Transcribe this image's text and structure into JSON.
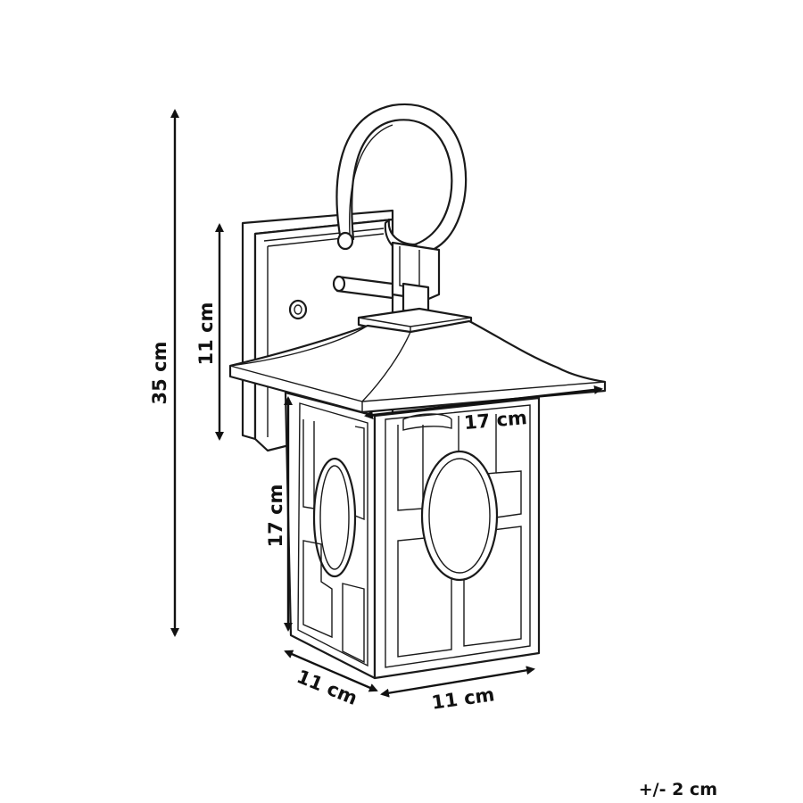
{
  "dimensions": {
    "height_total": "35 cm",
    "wall_plate_height": "11 cm",
    "roof_width": "17 cm",
    "body_height": "17 cm",
    "depth_left": "11 cm",
    "width_front": "11 cm"
  },
  "tolerance": "+/- 2 cm",
  "icons": {
    "arrow": "arrowhead",
    "lantern": "wall-lantern-drawing"
  },
  "colors": {
    "ink": "#1a1a1a",
    "background": "#ffffff"
  }
}
